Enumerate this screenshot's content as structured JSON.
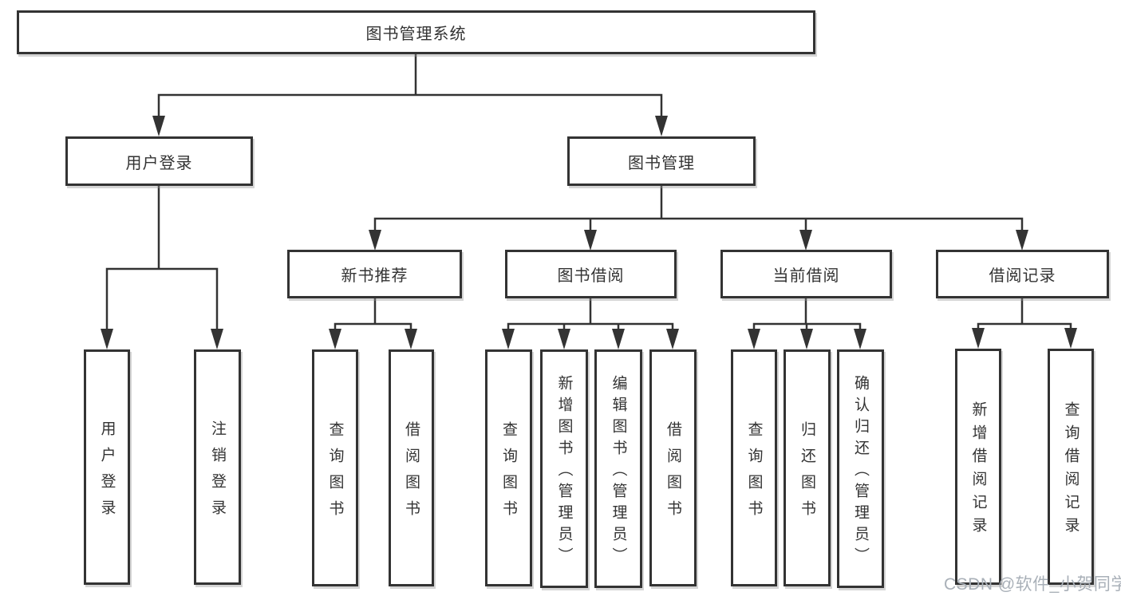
{
  "tree": {
    "label": "图书管理系统",
    "children": [
      {
        "label": "用户登录",
        "children": [
          {
            "label": "用户登录"
          },
          {
            "label": "注销登录"
          }
        ]
      },
      {
        "label": "图书管理",
        "children": [
          {
            "label": "新书推荐",
            "children": [
              {
                "label": "查询图书"
              },
              {
                "label": "借阅图书"
              }
            ]
          },
          {
            "label": "图书借阅",
            "children": [
              {
                "label": "查询图书"
              },
              {
                "label": "新增图书（管理员）"
              },
              {
                "label": "编辑图书（管理员）"
              },
              {
                "label": "借阅图书"
              }
            ]
          },
          {
            "label": "当前借阅",
            "children": [
              {
                "label": "查询图书"
              },
              {
                "label": "归还图书"
              },
              {
                "label": "确认归还（管理员）"
              }
            ]
          },
          {
            "label": "借阅记录",
            "children": [
              {
                "label": "新增借阅记录"
              },
              {
                "label": "查询借阅记录"
              }
            ]
          }
        ]
      }
    ]
  },
  "watermark": {
    "text": "CSDN @软件_小贺同学"
  },
  "colors": {
    "line": "#333333",
    "box_border": "#333333",
    "box_fill": "#ffffff",
    "text": "#333333",
    "watermark": "#a9b0b8",
    "background": "#ffffff"
  }
}
